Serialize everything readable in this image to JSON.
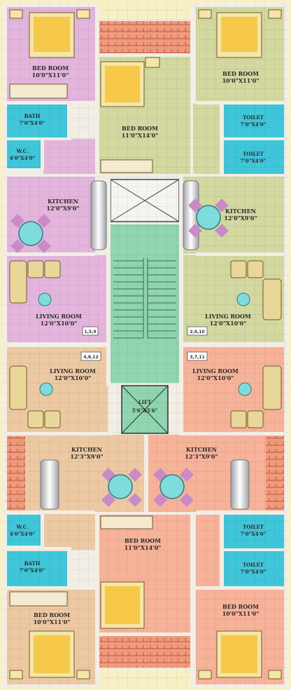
{
  "colors": {
    "page": "#f6f0c4",
    "wall": "#f2eee6",
    "bedroom_purple": "#e4b5dc",
    "olive": "#d3d7a0",
    "tan": "#ecc9a3",
    "salmon": "#f6b399",
    "stair": "#8fd6b0",
    "bath": "#3fc6d9",
    "balcony": "#ef9b7e",
    "sofa": "#e9d79a",
    "table": "#7fdcdc",
    "chair": "#c98ac8"
  },
  "rooms": {
    "bed_tl": {
      "name": "BED ROOM",
      "size": "10'0\"X11'0\""
    },
    "bath_tl": {
      "name": "BATH",
      "size": "7'0\"X4'0\""
    },
    "wc_tl": {
      "name": "W.C.",
      "size": "4'0\"X4'0\""
    },
    "kitchen_tl": {
      "name": "KITCHEN",
      "size": "12'0\"X9'0\""
    },
    "living_tl": {
      "name": "LIVING ROOM",
      "size": "12'0\"X10'0\""
    },
    "bed_tc": {
      "name": "BED ROOM",
      "size": "11'0\"X14'0\""
    },
    "bed_tr": {
      "name": "BED ROOM",
      "size": "10'0\"X11'0\""
    },
    "toilet_tr1": {
      "name": "TOILET",
      "size": "7'0\"X4'0\""
    },
    "toilet_tr2": {
      "name": "TOILET",
      "size": "7'0\"X4'0\""
    },
    "kitchen_tr": {
      "name": "KITCHEN",
      "size": "12'0\"X9'0\""
    },
    "living_tr": {
      "name": "LIVING ROOM",
      "size": "12'0\"X10'0\""
    },
    "living_bl": {
      "name": "LIVING ROOM",
      "size": "12'0\"X10'0\""
    },
    "living_br": {
      "name": "LIVING ROOM",
      "size": "12'0\"X10'0\""
    },
    "lift": {
      "name": "LIFT",
      "size": "5'6\"X5'6\""
    },
    "kitchen_bl": {
      "name": "KITCHEN",
      "size": "12'3\"X9'0\""
    },
    "kitchen_br": {
      "name": "KITCHEN",
      "size": "12'3\"X9'0\""
    },
    "wc_bl": {
      "name": "W.C.",
      "size": "4'0\"X4'0\""
    },
    "bath_bl": {
      "name": "BATH",
      "size": "7'0\"X4'0\""
    },
    "bed_bc": {
      "name": "BED ROOM",
      "size": "11'0\"X14'0\""
    },
    "toilet_br1": {
      "name": "TOILET",
      "size": "7'0\"X4'0\""
    },
    "toilet_br2": {
      "name": "TOILET",
      "size": "7'0\"X4'0\""
    },
    "bed_bl": {
      "name": "BED ROOM",
      "size": "10'0\"X11'0\""
    },
    "bed_br": {
      "name": "BED ROOM",
      "size": "10'0\"X11'0\""
    }
  },
  "unit_tags": {
    "tl": "1,5,9",
    "tr": "2,6,10",
    "bl": "4,8,12",
    "br": "3,7,11"
  }
}
